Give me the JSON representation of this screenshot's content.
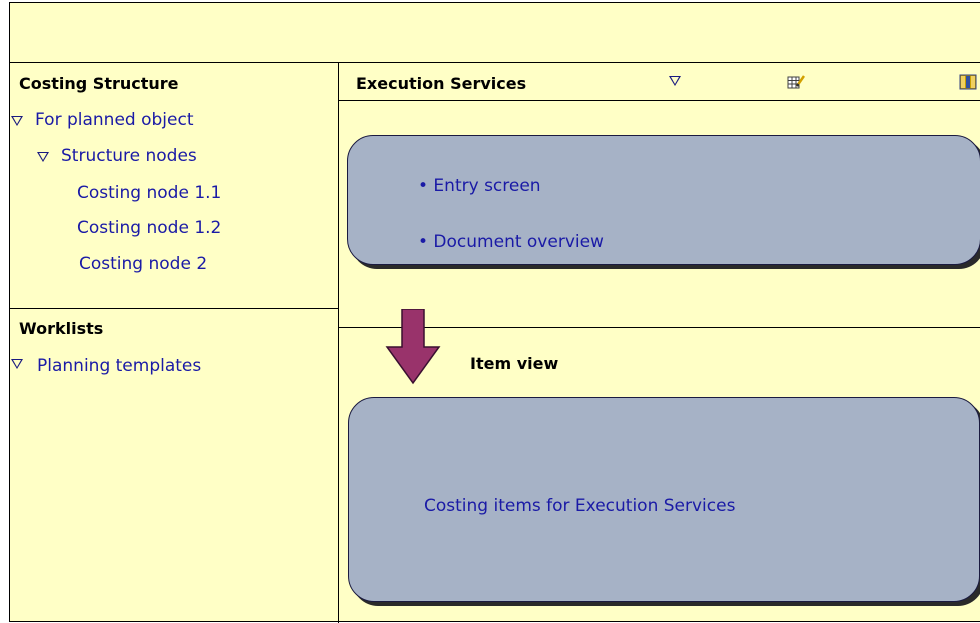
{
  "left_panel": {
    "costing_structure": {
      "title": "Costing Structure",
      "tree": [
        {
          "label": "For planned object"
        },
        {
          "label": "Structure nodes"
        },
        {
          "label": "Costing node 1.1"
        },
        {
          "label": "Costing node 1.2"
        },
        {
          "label": "Costing node 2"
        }
      ]
    },
    "worklists": {
      "title": "Worklists",
      "items": [
        {
          "label": "Planning templates"
        }
      ]
    }
  },
  "right_panel": {
    "title": "Execution Services",
    "icons": [
      "dropdown-triangle-icon",
      "edit-table-icon",
      "columns-icon"
    ],
    "overview_box": {
      "items": [
        "• Entry screen",
        "• Document overview"
      ]
    },
    "item_view_label": "Item view",
    "item_box": {
      "text": "Costing items for Execution Services"
    }
  },
  "colors": {
    "panel_background": "#ffffc6",
    "box_fill": "#a6b2c6",
    "link_text": "#1a1aa6",
    "arrow_fill": "#99336b"
  }
}
